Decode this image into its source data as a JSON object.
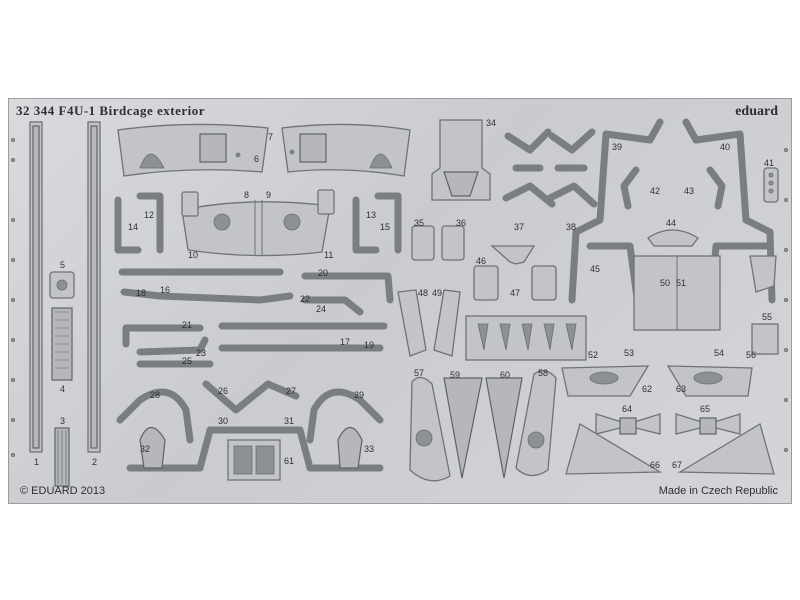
{
  "sheet": {
    "title": "32 344  F4U-1 Birdcage exterior",
    "brand": "eduard",
    "copyright": "© EDUARD 2013",
    "origin": "Made in Czech Republic"
  },
  "part_numbers": [
    "1",
    "2",
    "3",
    "4",
    "5",
    "6",
    "7",
    "8",
    "9",
    "10",
    "11",
    "12",
    "13",
    "14",
    "15",
    "16",
    "17",
    "18",
    "19",
    "20",
    "21",
    "22",
    "23",
    "24",
    "25",
    "26",
    "27",
    "28",
    "29",
    "30",
    "31",
    "32",
    "33",
    "34",
    "35",
    "36",
    "37",
    "38",
    "39",
    "40",
    "41",
    "42",
    "43",
    "44",
    "45",
    "46",
    "47",
    "48",
    "49",
    "50",
    "51",
    "52",
    "53",
    "54",
    "55",
    "56",
    "57",
    "58",
    "59",
    "60",
    "61",
    "62",
    "63",
    "64",
    "65",
    "66",
    "67"
  ],
  "colors": {
    "metal": "#c9cbcf",
    "etch_line": "#6f7276",
    "ink": "#2d2f33"
  }
}
